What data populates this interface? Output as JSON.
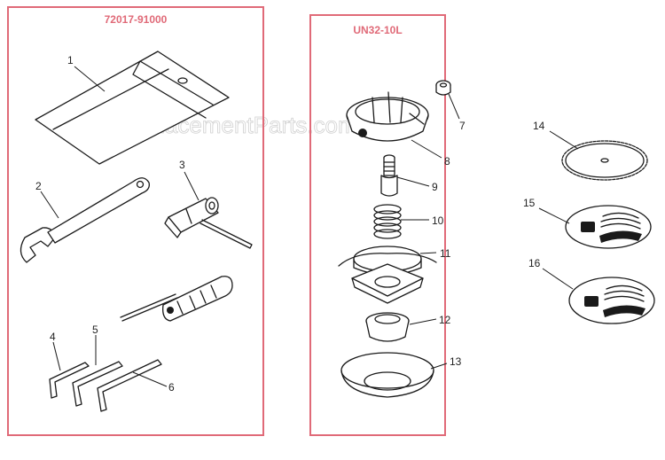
{
  "watermark": "eReplacementParts.com",
  "kits": [
    {
      "title": "72017-91000",
      "color": "#e06a78"
    },
    {
      "title": "UN32-10L",
      "color": "#e06a78"
    }
  ],
  "callouts": {
    "p1": "1",
    "p2": "2",
    "p3": "3",
    "p4": "4",
    "p5": "5",
    "p6": "6",
    "p7": "7",
    "p8": "8",
    "p9": "9",
    "p10": "10",
    "p11": "11",
    "p12": "12",
    "p13": "13",
    "p14": "14",
    "p15": "15",
    "p16": "16"
  },
  "colors": {
    "frame": "#e06a78",
    "line": "#1a1a1a"
  }
}
